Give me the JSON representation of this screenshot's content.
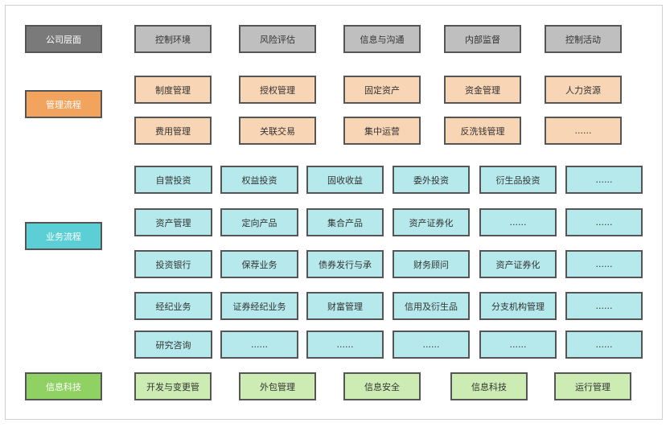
{
  "colors": {
    "company_head": "#7a7a7a",
    "company_cell": "#bfbfbf",
    "mgmt_head": "#f2a35e",
    "mgmt_cell": "#f8d5b5",
    "biz_head": "#5ccfd6",
    "biz_cell": "#b5e9eb",
    "it_head": "#8fd163",
    "it_cell": "#ccecb3",
    "border": "#555555"
  },
  "sections": [
    {
      "key": "company",
      "label": "公司层面",
      "rows": [
        [
          "控制环境",
          "风险评估",
          "信息与沟通",
          "内部监督",
          "控制活动"
        ]
      ]
    },
    {
      "key": "mgmt",
      "label": "管理流程",
      "rows": [
        [
          "制度管理",
          "授权管理",
          "固定资产",
          "资金管理",
          "人力资源"
        ],
        [
          "费用管理",
          "关联交易",
          "集中运营",
          "反洗钱管理",
          "......"
        ]
      ]
    },
    {
      "key": "biz",
      "label": "业务流程",
      "rows": [
        [
          "自营投资",
          "权益投资",
          "固收收益",
          "委外投资",
          "衍生品投资",
          "......"
        ],
        [
          "资产管理",
          "定向产品",
          "集合产品",
          "资产证券化",
          "......",
          "......"
        ],
        [
          "投资银行",
          "保荐业务",
          "债券发行与承",
          "财务顾问",
          "资产证券化",
          "......"
        ],
        [
          "经纪业务",
          "证券经纪业务",
          "财富管理",
          "信用及衍生品",
          "分支机构管理",
          "......"
        ],
        [
          "研究咨询",
          "......",
          "......",
          "......",
          "......",
          "......"
        ]
      ]
    },
    {
      "key": "it",
      "label": "信息科技",
      "rows": [
        [
          "开发与变更管",
          "外包管理",
          "信息安全",
          "信息科技",
          "运行管理"
        ]
      ]
    }
  ]
}
